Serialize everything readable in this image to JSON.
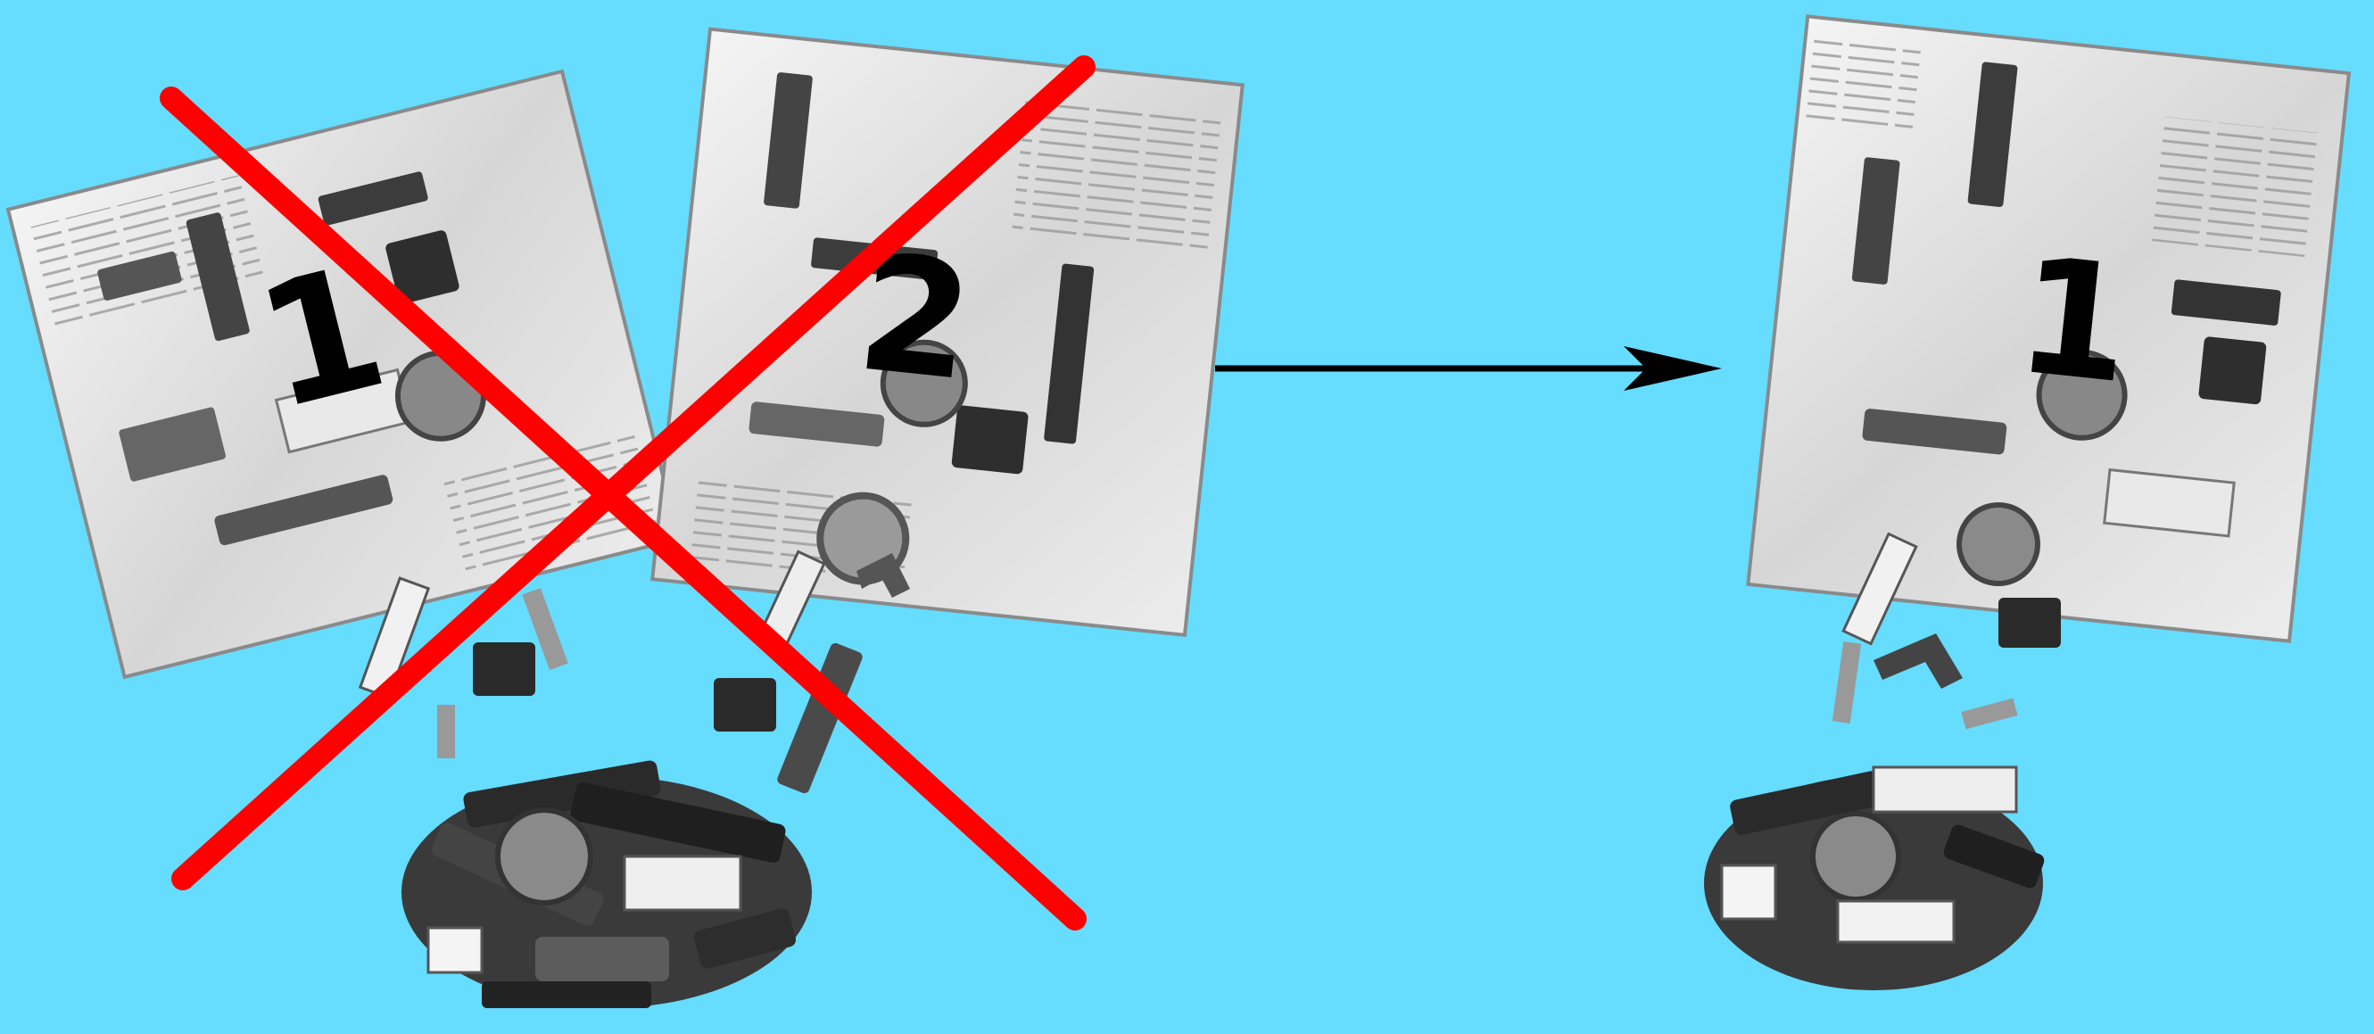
{
  "background_color": "#66dcff",
  "cross_color": "#ff0000",
  "arrow_color": "#000000",
  "left_group": {
    "crossed_out": true,
    "bags": [
      {
        "number": "1"
      },
      {
        "number": "2"
      }
    ]
  },
  "right_group": {
    "crossed_out": false,
    "bags": [
      {
        "number": "1"
      }
    ]
  },
  "arrow": {
    "direction": "right",
    "icon": "arrow-right-icon"
  }
}
